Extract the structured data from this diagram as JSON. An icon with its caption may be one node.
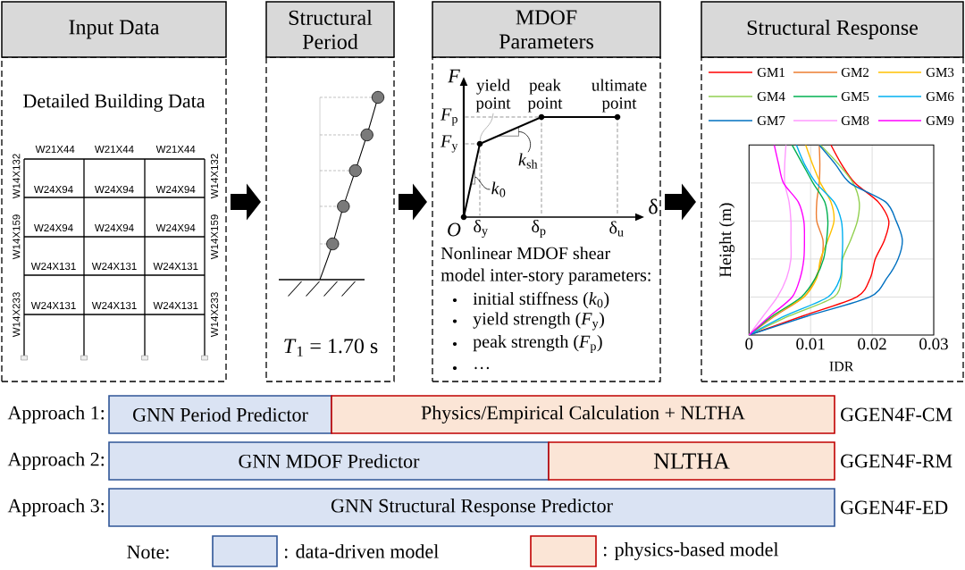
{
  "diagram": {
    "nodes": [
      {
        "text": [
          "Input Data"
        ]
      },
      {
        "text": [
          "Detailed Building Data"
        ]
      },
      {
        "text": [
          "Structural Period"
        ]
      },
      {
        "text": [
          "*T*$_{1}$ = 1.70 s"
        ]
      },
      {
        "text": [
          "MDOF Parameters"
        ]
      },
      {
        "text": [
          "Nonlinear MDOF shear model inter-story parameters:",
          "initial stiffness (*k*$_{0}$)",
          "yield strength (*F*$_{y}$)",
          "peak strength (*F*$_{p}$)",
          "…"
        ]
      },
      {
        "text": [
          "yield point"
        ],
        "in": 5
      },
      {
        "text": [],
        "shape": "circle",
        "in": 5
      },
      {
        "text": [
          "*k*$_{sh}$"
        ],
        "in": 5
      },
      {
        "text": [
          "*k*$_{0}$"
        ],
        "in": 5
      },
      {
        "text": [
          "Structural Response"
        ]
      },
      {
        "text": [],
        "shape": "box"
      },
      {
        "text": [
          "GNN Period Predictor"
        ],
        "beside": [
          "Approach 1:"
        ]
      },
      {
        "text": [
          "Physics/Empirical Calculation + NLTHA"
        ],
        "beside": [
          "GGEN4F-CM"
        ]
      },
      {
        "text": [
          "GNN MDOF Predictor"
        ],
        "beside": [
          "Approach 2:"
        ]
      },
      {
        "text": [
          "NLTHA"
        ],
        "beside": [
          "GGEN4F-RM"
        ]
      },
      {
        "text": [
          "GNN Structural Response Predictor"
        ],
        "beside": [
          "Approach 3:",
          "GGEN4F-ED"
        ]
      }
    ],
    "edges": [
      {
        "from": 1,
        "to": 3,
        "arrow": "to",
        "style": "thick"
      },
      {
        "from": 3,
        "to": 5,
        "arrow": "to",
        "style": "thick"
      },
      {
        "from": 5,
        "to": 11,
        "arrow": "to",
        "style": "thick"
      },
      {
        "from": 6,
        "to": 7,
        "arrow": "none",
        "color": "#a6a6a6"
      },
      {
        "from": 8,
        "to": null,
        "arrow": "none"
      },
      {
        "from": 9,
        "to": null,
        "arrow": "none"
      }
    ],
    "labels": [
      "W21X44",
      "W21X44",
      "W21X44",
      "W14X132",
      "W24X94",
      "W24X94",
      "W24X94",
      "W14X132",
      "W14X159",
      "W24X94",
      "W24X94",
      "W24X94",
      "W14X159",
      "W24X131",
      "W24X131",
      "W24X131",
      "W14X233",
      "W24X131",
      "W24X131",
      "W24X131",
      "W14X233",
      "F",
      "peak point",
      "ultimate point",
      "*F*$_{p}$",
      "*F*$_{y}$",
      "δ",
      "O",
      "δ$_{y}$",
      "δ$_{p}$",
      "δ$_{u}$",
      "Note:"
    ],
    "legend": [
      {
        "text": ": data-driven model",
        "color": "#dae3f3"
      },
      {
        "text": ": physics-based model",
        "color": "#fbe5d6"
      }
    ],
    "chart_data": {
      "type": "line",
      "orientation": "horizontal",
      "grid": true,
      "xlabel": "IDR",
      "ylabel": "Height (m)",
      "xlim": [
        0,
        0.03
      ],
      "xticks": [
        0,
        0.01,
        0.02,
        0.03
      ],
      "categories": [
        null,
        null,
        null,
        null,
        null,
        null,
        null,
        null,
        null,
        null,
        null
      ],
      "series": [
        {
          "name": "GM1",
          "color": "#ff0000",
          "values": [
            0.0133,
            0.015,
            0.0172,
            0.021,
            0.0227,
            0.022,
            0.0205,
            0.0197,
            0.0175,
            0.0087,
            0
          ]
        },
        {
          "name": "GM2",
          "color": "#ed7d31",
          "values": [
            0.0114,
            0.0115,
            0.0114,
            0.011,
            0.011,
            0.012,
            0.0118,
            0.0108,
            0.0089,
            0.0042,
            0
          ]
        },
        {
          "name": "GM3",
          "color": "#ffc000",
          "values": [
            0.0092,
            0.0103,
            0.0116,
            0.0133,
            0.0138,
            0.0128,
            0.0116,
            0.011,
            0.0089,
            0.0038,
            0
          ]
        },
        {
          "name": "GM4",
          "color": "#92d050",
          "values": [
            0.0116,
            0.0145,
            0.0169,
            0.0179,
            0.0176,
            0.0165,
            0.0152,
            0.015,
            0.0138,
            0.0065,
            0
          ]
        },
        {
          "name": "GM5",
          "color": "#00b050",
          "values": [
            0.007,
            0.0087,
            0.0104,
            0.0123,
            0.0128,
            0.0126,
            0.0121,
            0.0108,
            0.0085,
            0.0038,
            0
          ]
        },
        {
          "name": "GM6",
          "color": "#00b0f0",
          "values": [
            0.0077,
            0.009,
            0.0109,
            0.0138,
            0.015,
            0.0152,
            0.0151,
            0.0148,
            0.0128,
            0.0058,
            0
          ]
        },
        {
          "name": "GM7",
          "color": "#0070c0",
          "values": [
            0.0114,
            0.014,
            0.0164,
            0.0222,
            0.0239,
            0.0249,
            0.0242,
            0.0224,
            0.0196,
            0.0095,
            0
          ]
        },
        {
          "name": "GM8",
          "color": "#ff99ff",
          "values": [
            0.006,
            0.0058,
            0.0058,
            0.0065,
            0.0068,
            0.0068,
            0.0068,
            0.0061,
            0.0046,
            0.0023,
            0
          ]
        },
        {
          "name": "GM9",
          "color": "#ff00ff",
          "values": [
            0.0041,
            0.0048,
            0.0056,
            0.008,
            0.0089,
            0.009,
            0.0089,
            0.0083,
            0.007,
            0.0034,
            0
          ]
        }
      ]
    }
  }
}
